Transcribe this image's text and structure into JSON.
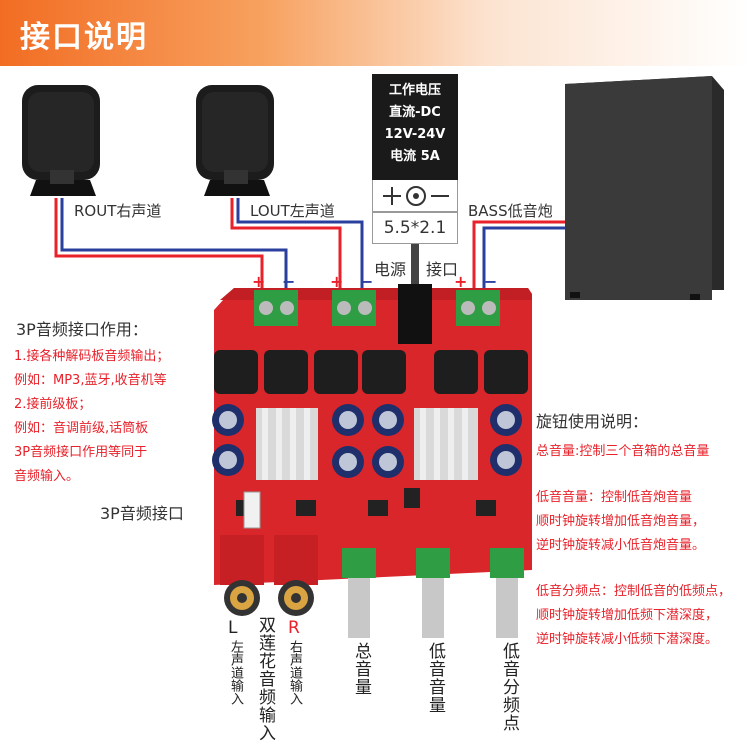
{
  "header": {
    "title": "接口说明"
  },
  "speakers": {
    "rout": "ROUT右声道",
    "lout": "LOUT左声道",
    "bass": "BASS低音炮"
  },
  "power": {
    "lines": [
      "工作电压",
      "直流-DC",
      "12V-24V",
      "电流 5A"
    ],
    "size": "5.5*2.1",
    "label_left": "电源",
    "label_right": "接口"
  },
  "polarity": {
    "plus": "+",
    "minus": "−"
  },
  "audio_3p": {
    "heading": "3P音频接口作用：",
    "items": [
      "1.接各种解码板音频输出；",
      "例如：MP3,蓝牙,收音机等",
      "2.接前级板；",
      "例如：音调前级,话筒板",
      "3P音频接口作用等同于",
      "音频输入。"
    ],
    "port_label": "3P音频接口"
  },
  "knobs": {
    "heading": "旋钮使用说明：",
    "total": "总音量:控制三个音箱的总音量",
    "bass_volume": [
      "低音音量：控制低音炮音量",
      "顺时钟旋转增加低音炮音量，",
      "逆时钟旋转减小低音炮音量。"
    ],
    "crossover": [
      "低音分频点：控制低音的低频点，",
      "顺时钟旋转增加低频下潜深度，",
      "逆时钟旋转减小低频下潜深度。"
    ]
  },
  "bottom": {
    "l_letter": "L",
    "l_text": "左声道输入",
    "rca": "双莲花音频输入",
    "r_letter": "R",
    "r_text": "右声道输入",
    "knob_total": "总音量",
    "knob_bass": "低音音量",
    "knob_freq": "低音分频点"
  },
  "colors": {
    "accent": "#f26d23",
    "note": "#e8212a",
    "pcb": "#d8262a",
    "wire_red": "#e8212a",
    "wire_blue": "#2a3f9e",
    "terminal": "#2e9d44"
  }
}
